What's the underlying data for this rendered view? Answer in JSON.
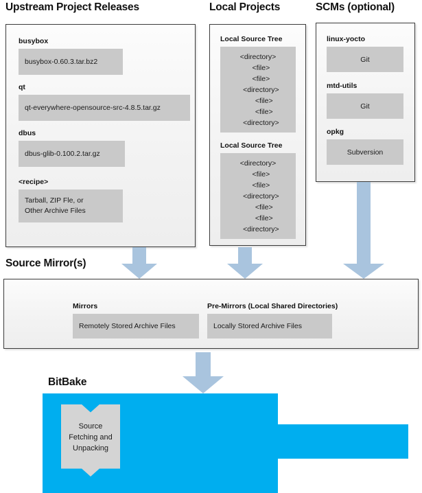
{
  "columns": {
    "upstream": {
      "title": "Upstream Project Releases",
      "groups": [
        {
          "label": "busybox",
          "item": "busybox-0.60.3.tar.bz2"
        },
        {
          "label": "qt",
          "item": "qt-everywhere-opensource-src-4.8.5.tar.gz"
        },
        {
          "label": "dbus",
          "item": "dbus-glib-0.100.2.tar.gz"
        },
        {
          "label": "<recipe>",
          "item_line1": "Tarball, ZIP Fle, or",
          "item_line2": "Other Archive Files"
        }
      ]
    },
    "local_projects": {
      "title": "Local Projects",
      "groups": [
        {
          "label": "Local Source Tree",
          "tree": [
            "<directory>",
            "   <file>",
            "   <file>",
            "   <directory>",
            "      <file>",
            "      <file>",
            "   <directory>"
          ]
        },
        {
          "label": "Local Source Tree",
          "tree": [
            "<directory>",
            "   <file>",
            "   <file>",
            "   <directory>",
            "      <file>",
            "      <file>",
            "   <directory>"
          ]
        }
      ]
    },
    "scms": {
      "title": "SCMs (optional)",
      "groups": [
        {
          "label": "linux-yocto",
          "item": "Git"
        },
        {
          "label": "mtd-utils",
          "item": "Git"
        },
        {
          "label": "opkg",
          "item": "Subversion"
        }
      ]
    }
  },
  "source_mirror": {
    "title": "Source Mirror(s)",
    "groups": [
      {
        "label": "Mirrors",
        "item": "Remotely Stored Archive Files"
      },
      {
        "label": "Pre-Mirrors (Local Shared Directories)",
        "item": "Locally Stored Archive Files"
      }
    ]
  },
  "bitbake": {
    "title": "BitBake",
    "callout": {
      "line1": "Source",
      "line2": "Fetching and",
      "line3": "Unpacking"
    }
  },
  "colors": {
    "arrow": "#a9c4de",
    "bitbake_blue": "#00AEEF",
    "item_gray": "#c9c9c9",
    "callout_gray": "#d4d4d4",
    "panel_border": "#3a3a3a"
  }
}
